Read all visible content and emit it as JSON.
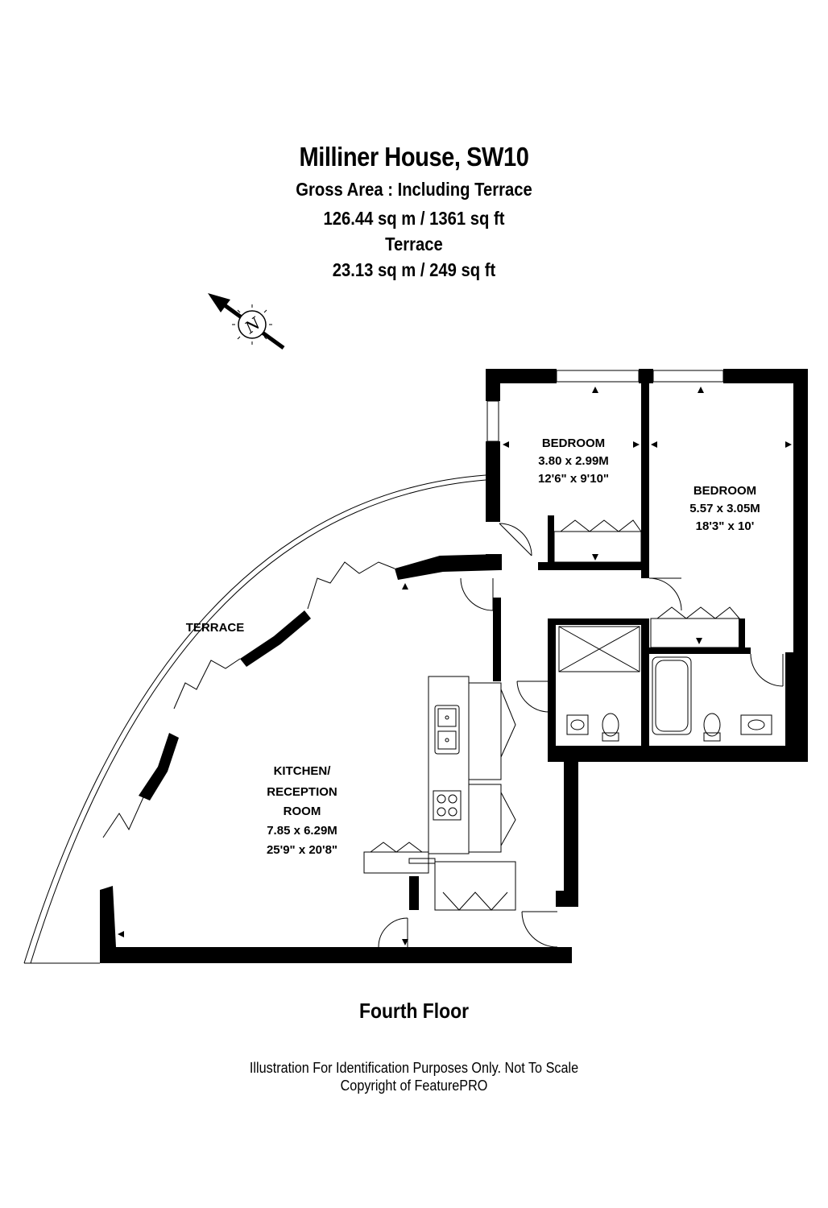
{
  "header": {
    "title": "Milliner House, SW10",
    "subtitle": "Gross Area : Including Terrace",
    "gross_area": "126.44 sq m /  1361 sq ft",
    "terrace_heading": "Terrace",
    "terrace_area": "23.13 sq m /  249 sq ft"
  },
  "compass": {
    "letter": "N",
    "icon": "north-arrow-icon"
  },
  "rooms": {
    "bedroom1": {
      "name": "BEDROOM",
      "metric": "3.80 x 2.99M",
      "imperial": "12'6\" x 9'10\""
    },
    "bedroom2": {
      "name": "BEDROOM",
      "metric": "5.57 x 3.05M",
      "imperial": "18'3\" x 10'"
    },
    "terrace": {
      "name": "TERRACE"
    },
    "kitchen": {
      "name_line1": "KITCHEN/",
      "name_line2": "RECEPTION",
      "name_line3": "ROOM",
      "metric": "7.85 x 6.29M",
      "imperial": "25'9\" x 20'8\""
    }
  },
  "footer": {
    "floor": "Fourth Floor",
    "disclaimer": "Illustration For Identification Purposes Only. Not To Scale",
    "copyright": "Copyright of FeaturePRO"
  }
}
